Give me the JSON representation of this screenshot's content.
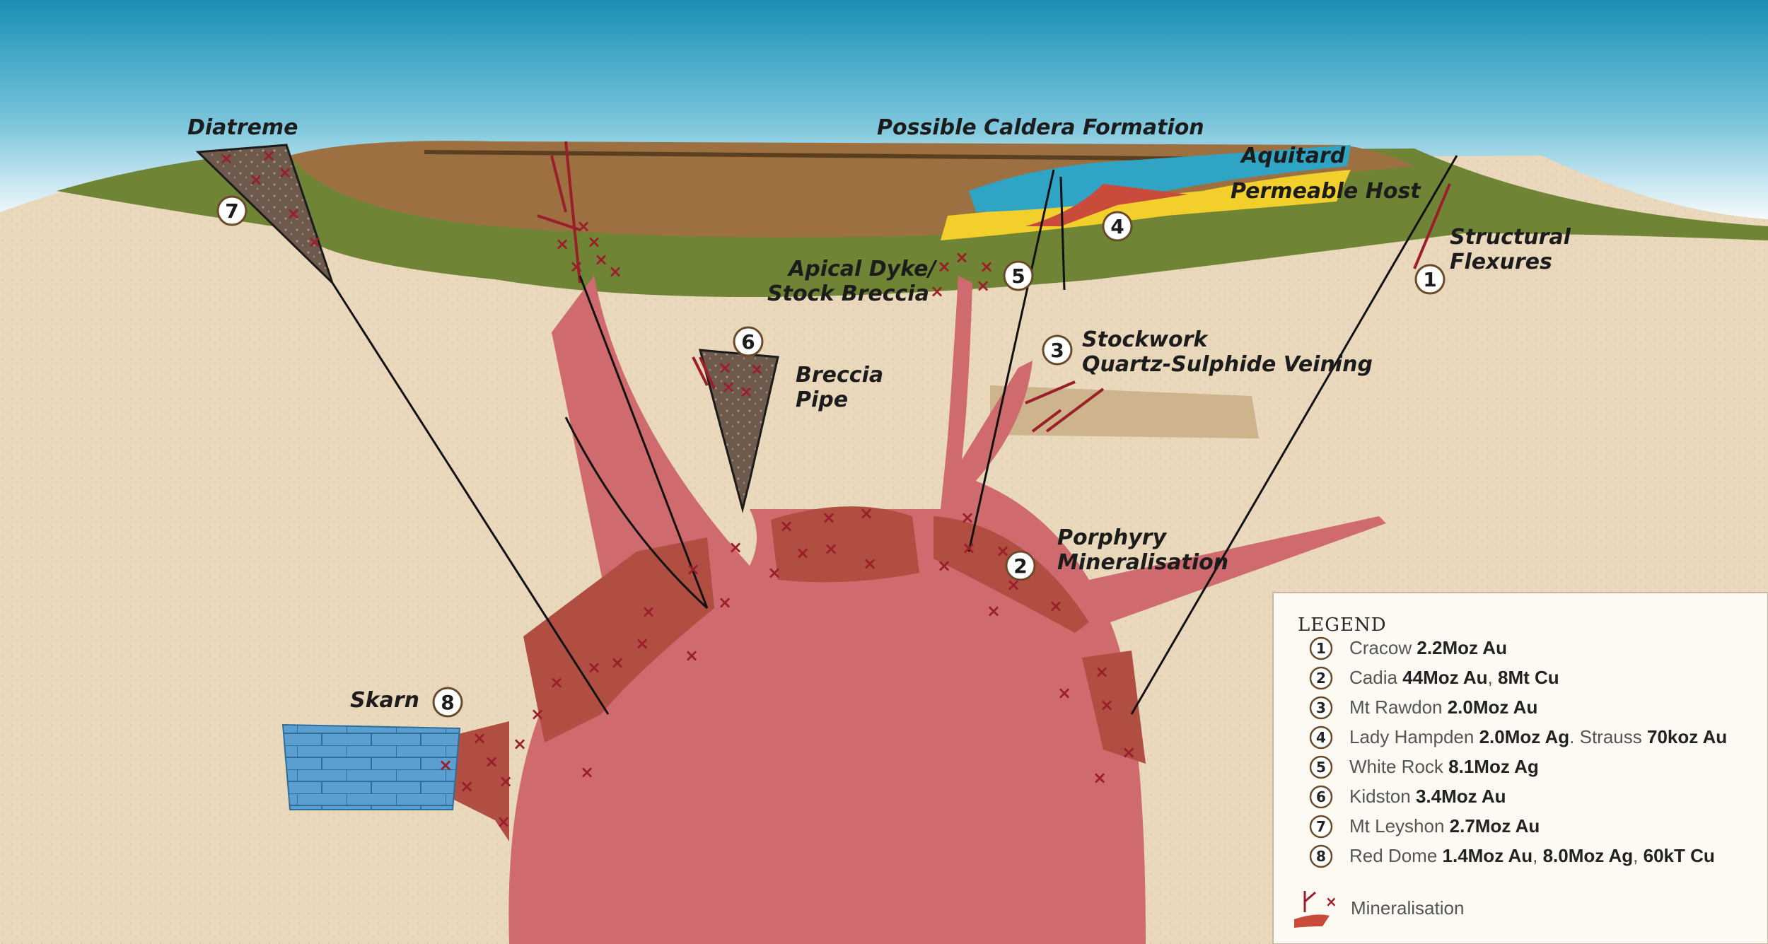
{
  "labels": {
    "diatreme": "Diatreme",
    "caldera": "Possible Caldera Formation",
    "aquitard": "Aquitard",
    "permeable_host": "Permeable Host",
    "structural_1": "Structural",
    "structural_2": "Flexures",
    "apical_1": "Apical Dyke/",
    "apical_2": "Stock Breccia",
    "stockwork_1": "Stockwork",
    "stockwork_2": "Quartz-Sulphide Veining",
    "breccia_1": "Breccia",
    "breccia_2": "Pipe",
    "porphyry_1": "Porphyry",
    "porphyry_2": "Mineralisation",
    "skarn": "Skarn"
  },
  "markers": {
    "m1": "1",
    "m2": "2",
    "m3": "3",
    "m4": "4",
    "m5": "5",
    "m6": "6",
    "m7": "7",
    "m8": "8"
  },
  "legend": {
    "title": "LEGEND",
    "items": [
      {
        "num": "1",
        "name": "Cracow",
        "parts": [
          {
            "t": " 2.2Moz Au",
            "b": true
          }
        ]
      },
      {
        "num": "2",
        "name": "Cadia",
        "parts": [
          {
            "t": " 44Moz Au",
            "b": true
          },
          {
            "t": ", ",
            "b": false
          },
          {
            "t": "8Mt Cu",
            "b": true
          }
        ]
      },
      {
        "num": "3",
        "name": "Mt Rawdon",
        "parts": [
          {
            "t": " 2.0Moz Au",
            "b": true
          }
        ]
      },
      {
        "num": "4",
        "name": "Lady Hampden",
        "parts": [
          {
            "t": " 2.0Moz Ag",
            "b": true
          },
          {
            "t": ". Strauss ",
            "b": false
          },
          {
            "t": "70koz Au",
            "b": true
          }
        ]
      },
      {
        "num": "5",
        "name": "White Rock",
        "parts": [
          {
            "t": " 8.1Moz Ag",
            "b": true
          }
        ]
      },
      {
        "num": "6",
        "name": "Kidston",
        "parts": [
          {
            "t": " 3.4Moz Au",
            "b": true
          }
        ]
      },
      {
        "num": "7",
        "name": "Mt Leyshon",
        "parts": [
          {
            "t": " 2.7Moz Au",
            "b": true
          }
        ]
      },
      {
        "num": "8",
        "name": "Red Dome",
        "parts": [
          {
            "t": " 1.4Moz Au",
            "b": true
          },
          {
            "t": ", ",
            "b": false
          },
          {
            "t": "8.0Moz Ag",
            "b": true
          },
          {
            "t": ", ",
            "b": false
          },
          {
            "t": "60kT Cu",
            "b": true
          }
        ]
      }
    ],
    "mineralisation_label": "Mineralisation"
  },
  "colors": {
    "sky_top": "#1e93b8",
    "sky_bottom": "#ffffff",
    "ground": "#ead8bc",
    "green_layer": "#6f8535",
    "brown_layer": "#9c7040",
    "aquitard": "#2fa4c4",
    "permeable_host": "#f2cf2a",
    "intrusion": "#cf6a6e",
    "mineral_zone": "#b04e42",
    "cross": "#9a1f2b",
    "limestone": "#5a9fcf",
    "breccia": "#6e5a4c"
  }
}
